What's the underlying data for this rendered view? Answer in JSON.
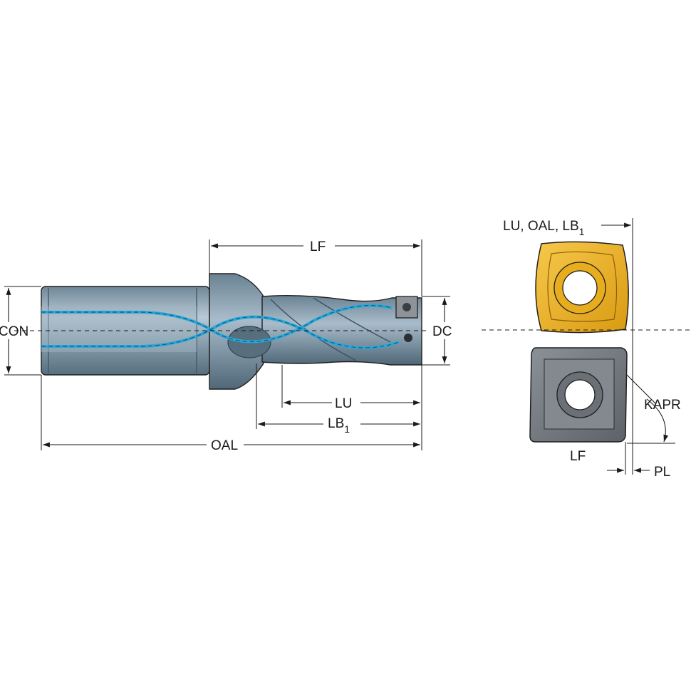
{
  "labels": {
    "con": "CON",
    "dc": "DC",
    "lf": "LF",
    "lu": "LU",
    "lb_base": "LB",
    "lb_sub": "1",
    "oal": "OAL",
    "insert_header_main": "LU, OAL, LB",
    "insert_header_sub": "1",
    "kapr": "KAPR",
    "insert_lf": "LF",
    "pl": "PL"
  },
  "colors": {
    "tool_body": "#7f96a6",
    "tool_body_dark": "#4e6676",
    "tool_body_light": "#b8cad6",
    "coolant": "#2aa7d8",
    "insert_gold": "#f2b51e",
    "insert_gold_dark": "#b07d10",
    "insert_gray": "#6f757b",
    "insert_gray_light": "#9aa1a7"
  }
}
